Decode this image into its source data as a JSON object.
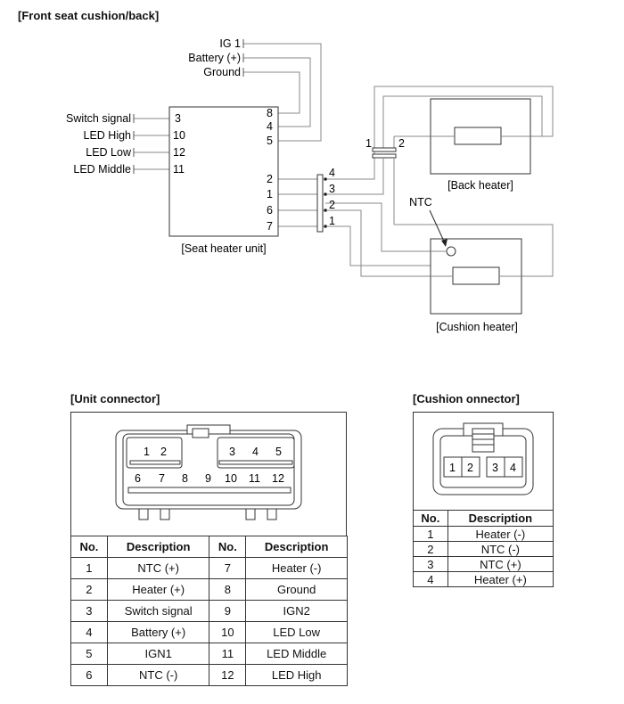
{
  "title": "[Front seat cushion/back]",
  "wiring": {
    "top_inputs": [
      "IG 1",
      "Battery (+)",
      "Ground"
    ],
    "left_inputs": [
      "Switch signal",
      "LED High",
      "LED Low",
      "LED Middle"
    ],
    "unit_left_pins": [
      "3",
      "10",
      "12",
      "11"
    ],
    "unit_right_top_pins": [
      "8",
      "4",
      "5"
    ],
    "unit_right_bottom_pins": [
      "2",
      "1",
      "6",
      "7"
    ],
    "unit_label": "[Seat heater unit]",
    "connector_pins": [
      "4",
      "3",
      "2",
      "1"
    ],
    "back_connector_pins": [
      "1",
      "2"
    ],
    "back_label": "[Back heater]",
    "cushion_label": "[Cushion heater]",
    "ntc_label": "NTC"
  },
  "unit_connector": {
    "title": "[Unit connector]",
    "face_row1": [
      "1",
      "2",
      "3",
      "4",
      "5"
    ],
    "face_row2": [
      "6",
      "7",
      "8",
      "9",
      "10",
      "11",
      "12"
    ],
    "headers": [
      "No.",
      "Description",
      "No.",
      "Description"
    ],
    "rows": [
      [
        "1",
        "NTC (+)",
        "7",
        "Heater (-)"
      ],
      [
        "2",
        "Heater (+)",
        "8",
        "Ground"
      ],
      [
        "3",
        "Switch signal",
        "9",
        "IGN2"
      ],
      [
        "4",
        "Battery (+)",
        "10",
        "LED Low"
      ],
      [
        "5",
        "IGN1",
        "11",
        "LED Middle"
      ],
      [
        "6",
        "NTC (-)",
        "12",
        "LED High"
      ]
    ]
  },
  "cushion_connector": {
    "title": "[Cushion onnector]",
    "face_pins": [
      "1",
      "2",
      "3",
      "4"
    ],
    "headers": [
      "No.",
      "Description"
    ],
    "rows": [
      [
        "1",
        "Heater (-)"
      ],
      [
        "2",
        "NTC (-)"
      ],
      [
        "3",
        "NTC (+)"
      ],
      [
        "4",
        "Heater (+)"
      ]
    ]
  }
}
